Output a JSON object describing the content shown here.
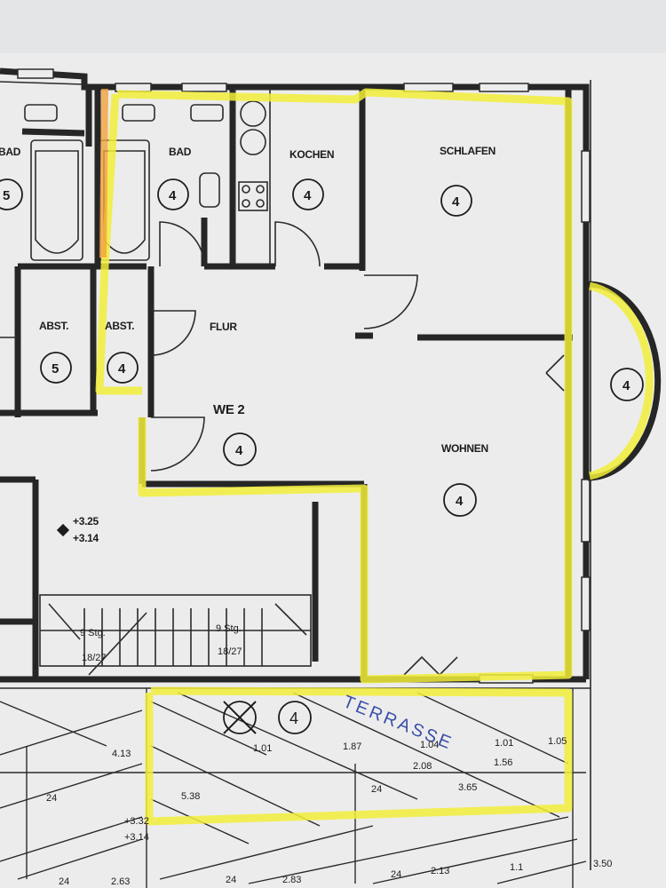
{
  "rooms": {
    "bad_left": {
      "label": "BAD",
      "number": "5"
    },
    "bad": {
      "label": "BAD",
      "number": "4"
    },
    "kochen": {
      "label": "KOCHEN",
      "number": "4"
    },
    "schlafen": {
      "label": "SCHLAFEN",
      "number": "4"
    },
    "abst_left": {
      "label": "ABST.",
      "number": "5"
    },
    "abst": {
      "label": "ABST.",
      "number": "4"
    },
    "flur": {
      "label": "FLUR"
    },
    "whg": {
      "label": "WE 2",
      "number": "4"
    },
    "wohnen": {
      "label": "WOHNEN",
      "number": "4"
    },
    "erker": {
      "number": "4"
    },
    "terrasse_circle": {
      "number": "4"
    }
  },
  "levels": {
    "upper": "+3.25",
    "lower": "+3.14"
  },
  "stairs": {
    "left_count": "9 Stg.",
    "left_ratio": "18/27",
    "right_count": "9 Stg.",
    "right_ratio": "18/27"
  },
  "handwritten": {
    "terrasse": "TERRASSE"
  },
  "dimensions": {
    "d_413": "4.13",
    "d_101a": "1.01",
    "d_187": "1.87",
    "d_104": "1.04",
    "d_101b": "1.01",
    "d_105": "1.05",
    "d_208": "2.08",
    "d_156": "1.56",
    "d_365": "3.65",
    "d_24a": "24",
    "d_538": "5.38",
    "d_24b": "24",
    "d_24c": "24",
    "d_263": "2.63",
    "d_24d": "24",
    "d_2835": "2.83",
    "d_24e": "24",
    "d_2135": "2.13",
    "d_115": "1.1",
    "d_350": "3.50",
    "d_332": "+3.32",
    "d_314b": "+3.14"
  },
  "colors": {
    "highlight": "#f2ee3a",
    "highlight_orange": "#f2a23a",
    "ink": "#262626",
    "pen": "#3b4fa8"
  }
}
